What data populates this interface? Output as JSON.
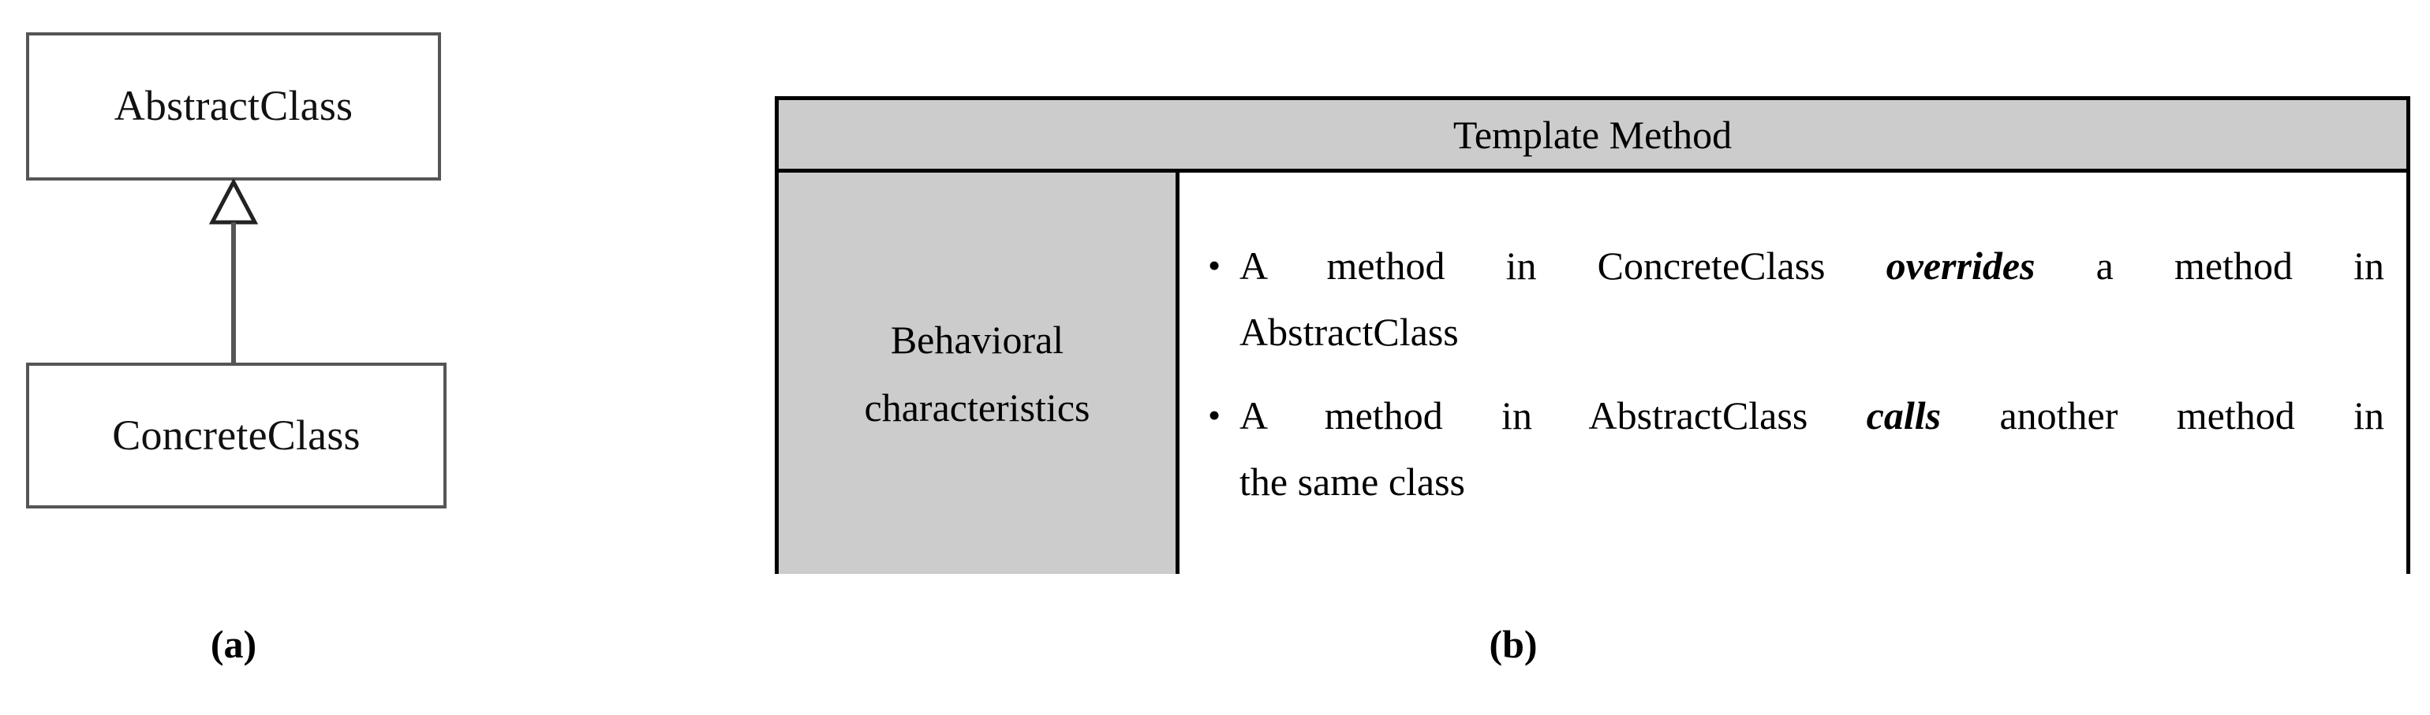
{
  "figure": {
    "panel_a": {
      "caption": "(a)",
      "diagram_type": "uml-class-diagram",
      "classes": [
        {
          "name": "AbstractClass",
          "role": "superclass"
        },
        {
          "name": "ConcreteClass",
          "role": "subclass"
        }
      ],
      "relationship": {
        "type": "generalization",
        "from": "ConcreteClass",
        "to": "AbstractClass",
        "arrow": "hollow-triangle"
      }
    },
    "panel_b": {
      "caption": "(b)",
      "table": {
        "header": "Template Method",
        "row_label_lines": [
          "Behavioral",
          "characteristics"
        ],
        "bullets": [
          {
            "marker": "•",
            "line_1_prefix": "A method in ConcreteClass ",
            "emphasis": "overrides",
            "line_1_suffix": " a method in",
            "line_2": "AbstractClass"
          },
          {
            "marker": "•",
            "line_1_prefix": "A method in AbstractClass ",
            "emphasis": "calls",
            "line_1_suffix": " another method in",
            "line_2": "the same class"
          }
        ]
      }
    }
  },
  "colors": {
    "page_background": "#ffffff",
    "table_border": "#000000",
    "table_shaded_cell": "#cccccc",
    "table_plain_cell": "#ffffff",
    "uml_box_border": "#555555",
    "uml_box_fill": "#ffffff",
    "text": "#000000"
  }
}
